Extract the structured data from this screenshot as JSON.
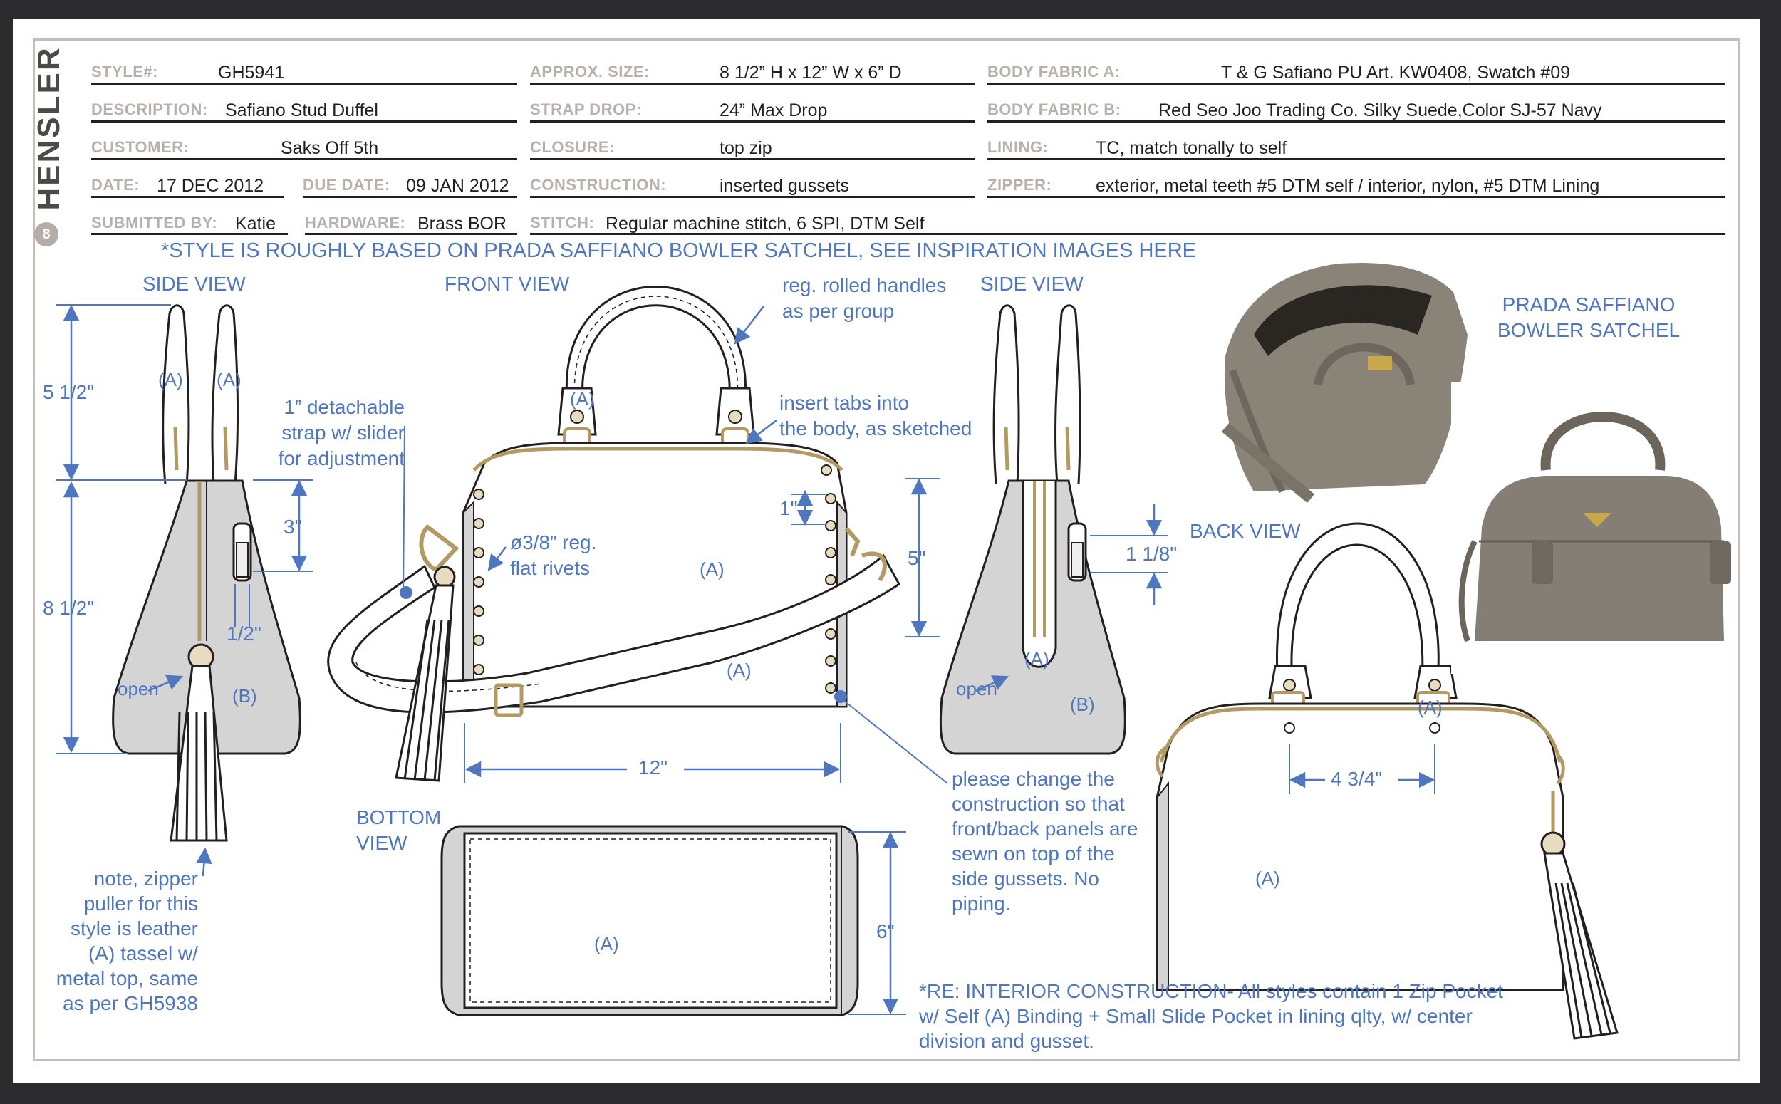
{
  "brand": {
    "name": "HENSLER",
    "mark": "8"
  },
  "header": {
    "style_label": "STYLE#:",
    "style": "GH5941",
    "description_label": "DESCRIPTION:",
    "description": "Safiano Stud Duffel",
    "customer_label": "CUSTOMER:",
    "customer": "Saks Off 5th",
    "date_label": "DATE:",
    "date": "17 DEC 2012",
    "due_date_label": "DUE DATE:",
    "due_date": "09 JAN 2012",
    "submitted_by_label": "SUBMITTED BY:",
    "submitted_by": "Katie",
    "hardware_label": "HARDWARE:",
    "hardware": "Brass BOR",
    "approx_size_label": "APPROX. SIZE:",
    "approx_size": "8 1/2” H x 12” W  x  6” D",
    "strap_drop_label": "STRAP DROP:",
    "strap_drop": "24” Max Drop",
    "closure_label": "CLOSURE:",
    "closure": "top zip",
    "construction_label": "CONSTRUCTION:",
    "construction": "inserted gussets",
    "stitch_label": "STITCH:",
    "stitch": "Regular machine stitch, 6 SPI, DTM Self",
    "body_fabric_a_label": "BODY FABRIC A:",
    "body_fabric_a": "T & G Safiano PU Art. KW0408, Swatch #09",
    "body_fabric_b_label": "BODY FABRIC B:",
    "body_fabric_b": "Red Seo Joo Trading Co. Silky Suede,Color SJ-57 Navy",
    "lining_label": "LINING:",
    "lining": "TC, match tonally to self",
    "zipper_label": "ZIPPER:",
    "zipper": "exterior, metal teeth #5 DTM self / interior, nylon, #5 DTM Lining"
  },
  "inspiration_note": "*STYLE IS ROUGHLY BASED ON PRADA SAFFIANO BOWLER SATCHEL, SEE INSPIRATION IMAGES HERE:",
  "views": {
    "side_view_left": "SIDE VIEW",
    "front_view": "FRONT VIEW",
    "side_view_right": "SIDE VIEW",
    "back_view": "BACK VIEW",
    "bottom_view": "BOTTOM\nVIEW"
  },
  "inspiration_caption": "PRADA SAFFIANO\nBOWLER SATCHEL",
  "dimensions": {
    "handle_height": "5 1/2\"",
    "body_height": "8 1/2\"",
    "tab_height": "3\"",
    "tab_width": "1/2\"",
    "rivet_spacing": "1\"",
    "side_height": "5\"",
    "side_tab": "1 1/8\"",
    "width": "12\"",
    "depth": "6\"",
    "handle_spacing": "4 3/4\""
  },
  "labels": {
    "a": "(A)",
    "b": "(B)",
    "open": "open"
  },
  "notes": {
    "handles": "reg. rolled handles\nas per group",
    "strap": "1” detachable\nstrap w/ slider\nfor adjustment",
    "tabs": "insert tabs into\nthe body, as sketched",
    "rivets": "ø3/8” reg.\nflat rivets",
    "construction": "please change the\nconstruction so that\nfront/back panels are\nsewn on top of the\nside gussets. No\npiping.",
    "zipper_puller": "note, zipper\npuller for this\nstyle is leather\n(A) tassel w/\nmetal top, same\nas per GH5938",
    "interior": "*RE: INTERIOR CONSTRUCTION- All styles contain 1 Zip Pocket\nw/ Self (A) Binding + Small Slide Pocket in lining qlty, w/ center\ndivision and gusset."
  },
  "colors": {
    "annotation_blue": "#4f77bf",
    "label_gray": "#b9b0ab",
    "gusset_gray": "#d4d4d4",
    "hardware_gold": "#b39a62"
  }
}
